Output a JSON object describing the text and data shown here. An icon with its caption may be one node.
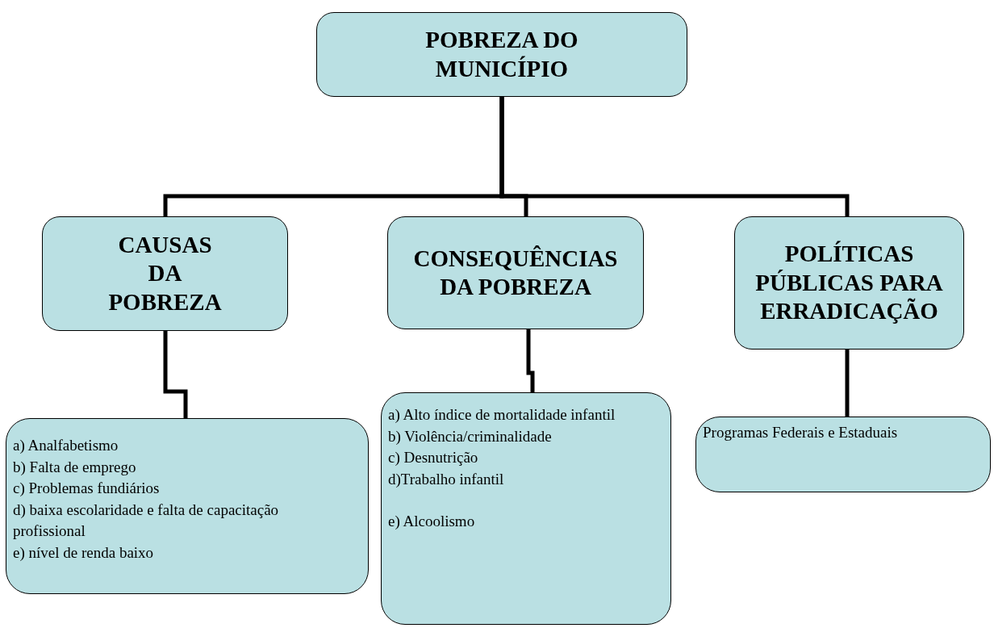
{
  "diagram": {
    "nodes": [
      {
        "text": [
          "POBREZA DO MUNICÍPIO"
        ]
      },
      {
        "text": [
          "CAUSAS DA POBREZA"
        ]
      },
      {
        "text": [
          "CONSEQUÊNCIAS DA POBREZA"
        ]
      },
      {
        "text": [
          "POLÍTICAS PÚBLICAS PARA ERRADICAÇÃO"
        ]
      },
      {
        "text": [
          "a) Analfabetismo",
          "b) Falta de emprego",
          "c) Problemas fundiários",
          "d) baixa escolaridade e falta de capacitação profissional",
          "e) nível de renda baixo"
        ]
      },
      {
        "text": [
          "a) Alto índice de mortalidade infantil",
          "b) Violência/criminalidade",
          "c) Desnutrição",
          "d)Trabalho infantil",
          "e) Alcoolismo"
        ]
      },
      {
        "text": [
          "Programas Federais e Estaduais"
        ]
      }
    ],
    "edges": [
      {
        "from": 0,
        "to": 1,
        "arrow": "none"
      },
      {
        "from": 0,
        "to": 2,
        "arrow": "none"
      },
      {
        "from": 0,
        "to": 3,
        "arrow": "none"
      },
      {
        "from": 1,
        "to": 4,
        "arrow": "none"
      },
      {
        "from": 2,
        "to": 5,
        "arrow": "none"
      },
      {
        "from": 3,
        "to": 6,
        "arrow": "none"
      }
    ]
  }
}
